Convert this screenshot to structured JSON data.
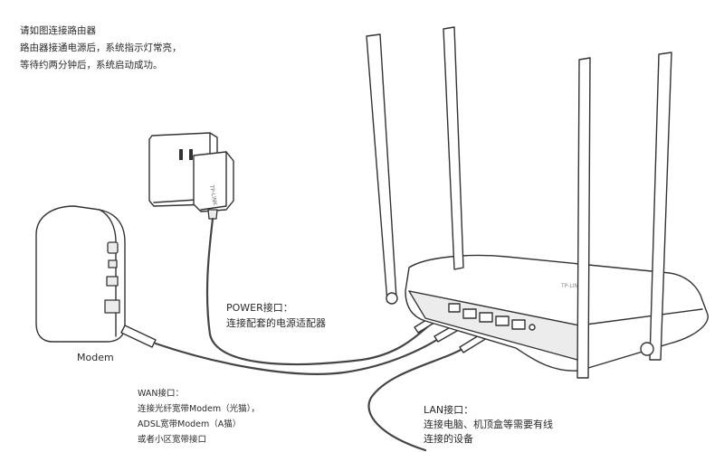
{
  "intro": {
    "lines": [
      "请如图连接路由器",
      "路由器接通电源后，系统指示灯常亮，",
      "等待约两分钟后，系统启动成功。"
    ]
  },
  "power_port": {
    "lines": [
      "POWER接口：",
      "连接配套的电源适配器"
    ]
  },
  "modem": {
    "label": "Modem"
  },
  "wan_port": {
    "lines": [
      "WAN接口：",
      "连接光纤宽带Modem（光猫），",
      "ADSL宽带Modem（A猫）",
      "或者小区宽带接口"
    ]
  },
  "lan_port": {
    "lines": [
      "LAN接口：",
      "连接电脑、机顶盒等需要有线",
      "连接的设备"
    ]
  },
  "adapter_brand": "TP-LINK",
  "router_brand": "TP-LINK"
}
